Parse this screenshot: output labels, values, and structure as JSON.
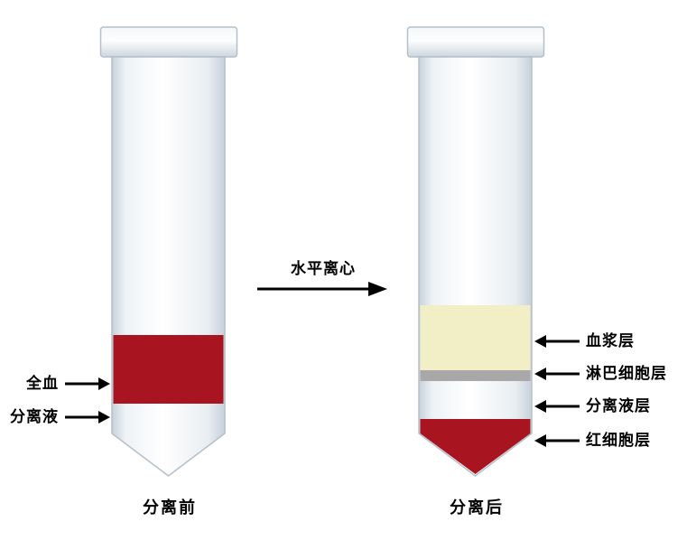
{
  "colors": {
    "blood_red": "#A8141F",
    "plasma_yellow": "#F2EFC6",
    "lymphocyte_gray": "#A8A8A8",
    "arrow_black": "#000000"
  },
  "process": {
    "label": "水平离心"
  },
  "before": {
    "caption": "分离前",
    "annotations": [
      {
        "label": "全血"
      },
      {
        "label": "分离液"
      }
    ]
  },
  "after": {
    "caption": "分离后",
    "annotations": [
      {
        "label": "血浆层"
      },
      {
        "label": "淋巴细胞层"
      },
      {
        "label": "分离液层"
      },
      {
        "label": "红细胞层"
      }
    ]
  }
}
